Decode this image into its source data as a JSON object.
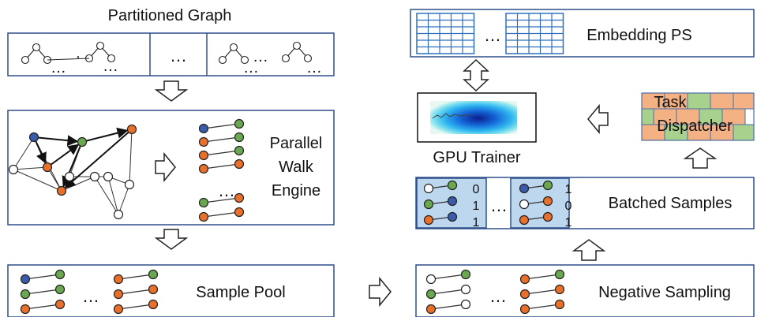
{
  "colors": {
    "box_stroke": "#2f4f8a",
    "node_blue": "#3a5ba9",
    "node_green": "#6aa84f",
    "node_orange": "#e8702a",
    "node_white": "#ffffff",
    "batch_fill": "#bdd7ee",
    "grid_stroke": "#2e6fbf",
    "dispatcher_orange": "#f4b183",
    "dispatcher_green": "#a9d18e"
  },
  "labels": {
    "partitioned_graph": "Partitioned Graph",
    "embedding_ps": "Embedding PS",
    "gpu_trainer": "GPU Trainer",
    "task": "Task",
    "dispatcher": "Dispatcher",
    "parallel": "Parallel",
    "walk": "Walk",
    "engine": "Engine",
    "batched_samples": "Batched Samples",
    "sample_pool": "Sample Pool",
    "negative_sampling": "Negative Sampling",
    "ellipsis": "…"
  },
  "batch_labels": {
    "left": [
      "0",
      "1",
      "1"
    ],
    "right": [
      "1",
      "0",
      "1"
    ]
  }
}
